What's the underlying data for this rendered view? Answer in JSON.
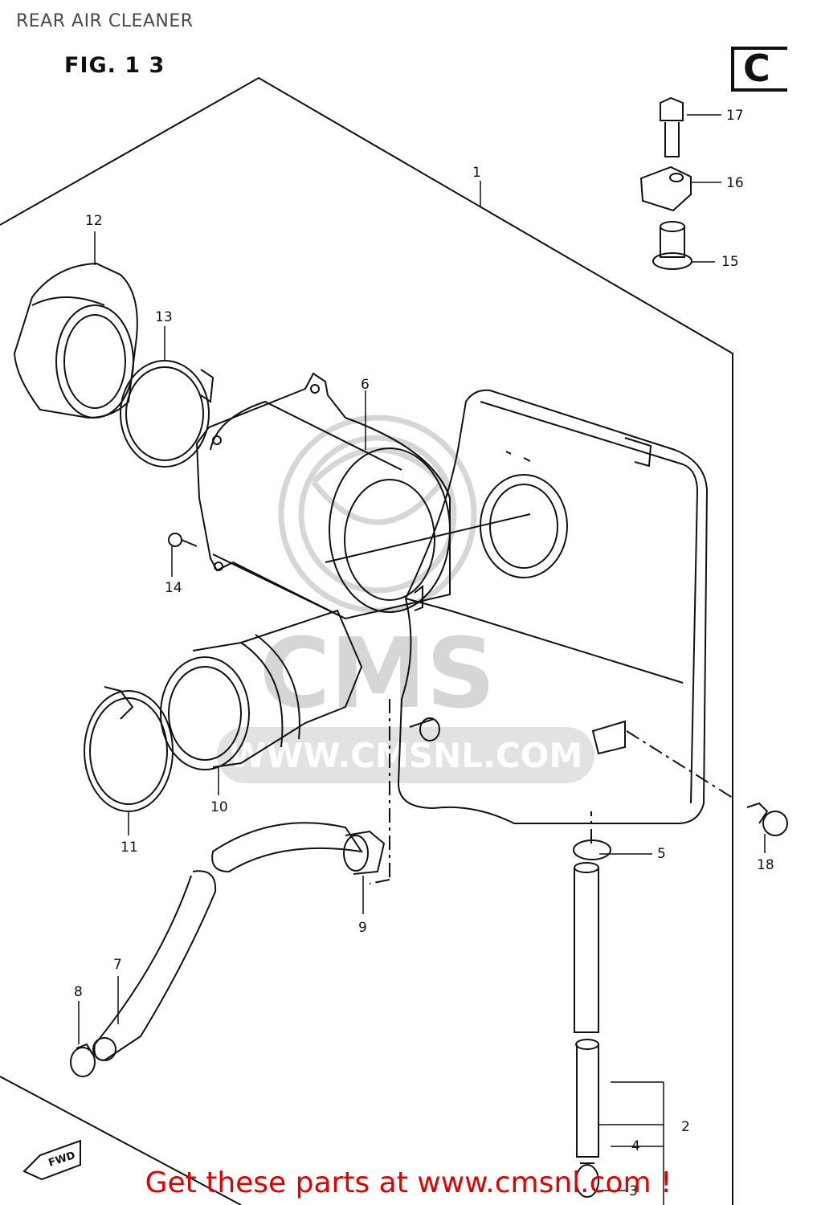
{
  "page_title": "REAR AIR CLEANER",
  "figure_label": "FIG. 1 3",
  "section_letter": "C",
  "callouts": [
    "1",
    "2",
    "3",
    "4",
    "5",
    "6",
    "7",
    "8",
    "9",
    "10",
    "11",
    "12",
    "13",
    "14",
    "15",
    "16",
    "17",
    "18"
  ],
  "watermark": {
    "brand": "CMS",
    "site": "WWW.CMSNL.COM"
  },
  "fwd_label": "FWD",
  "cta": "Get these parts at www.cmsnl.com !",
  "colors": {
    "ink": "#111111",
    "watermark": "#d6d6d6",
    "cta": "#e00000",
    "title": "#4a4a4a"
  }
}
